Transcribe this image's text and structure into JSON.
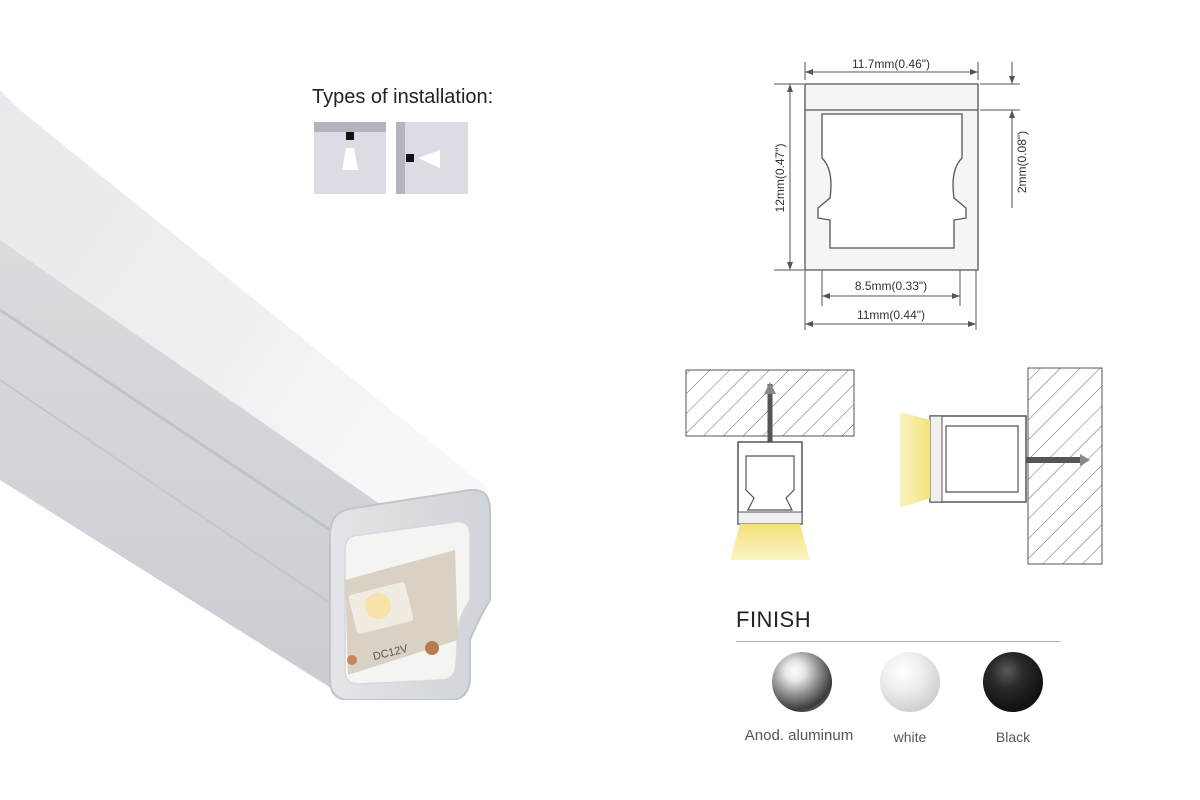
{
  "installation": {
    "title": "Types of installation:"
  },
  "dimensions": {
    "top_width": "11.7mm(0.46\")",
    "height": "12mm(0.47\")",
    "lip": "2mm(0.08\")",
    "inner_width": "8.5mm(0.33\")",
    "outer_width": "11mm(0.44\")"
  },
  "strip": {
    "voltage_print": "DC12V"
  },
  "finish": {
    "title": "FINISH",
    "options": [
      {
        "label": "Anod. aluminum",
        "color": "#8a8a8a"
      },
      {
        "label": "white",
        "color": "#e6e6e6"
      },
      {
        "label": "Black",
        "color": "#1a1a1a"
      }
    ]
  },
  "colors": {
    "light": "#f4e27a",
    "profile_fill": "#f5f5f5",
    "line": "#555555"
  }
}
